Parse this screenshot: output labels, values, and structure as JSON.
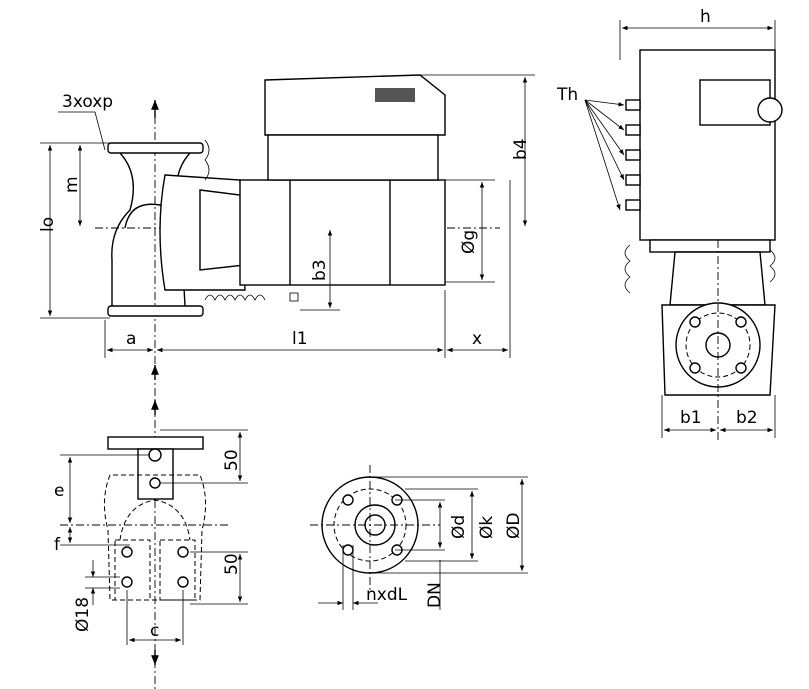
{
  "labels": {
    "bolt_note": "3xoxp",
    "m": "m",
    "lo": "lo",
    "a": "a",
    "l1": "l1",
    "x": "x",
    "b3": "b3",
    "g": "Øg",
    "b4": "b4",
    "h": "h",
    "th": "Th",
    "b1": "b1",
    "b2": "b2",
    "e": "e",
    "f": "f",
    "dim50_top": "50",
    "dim50_bottom": "50",
    "d18": "Ø18",
    "c": "c",
    "ndl": "nxdL",
    "dn": "DN",
    "dd": "Ød",
    "dk": "Øk",
    "dD": "ØD"
  }
}
